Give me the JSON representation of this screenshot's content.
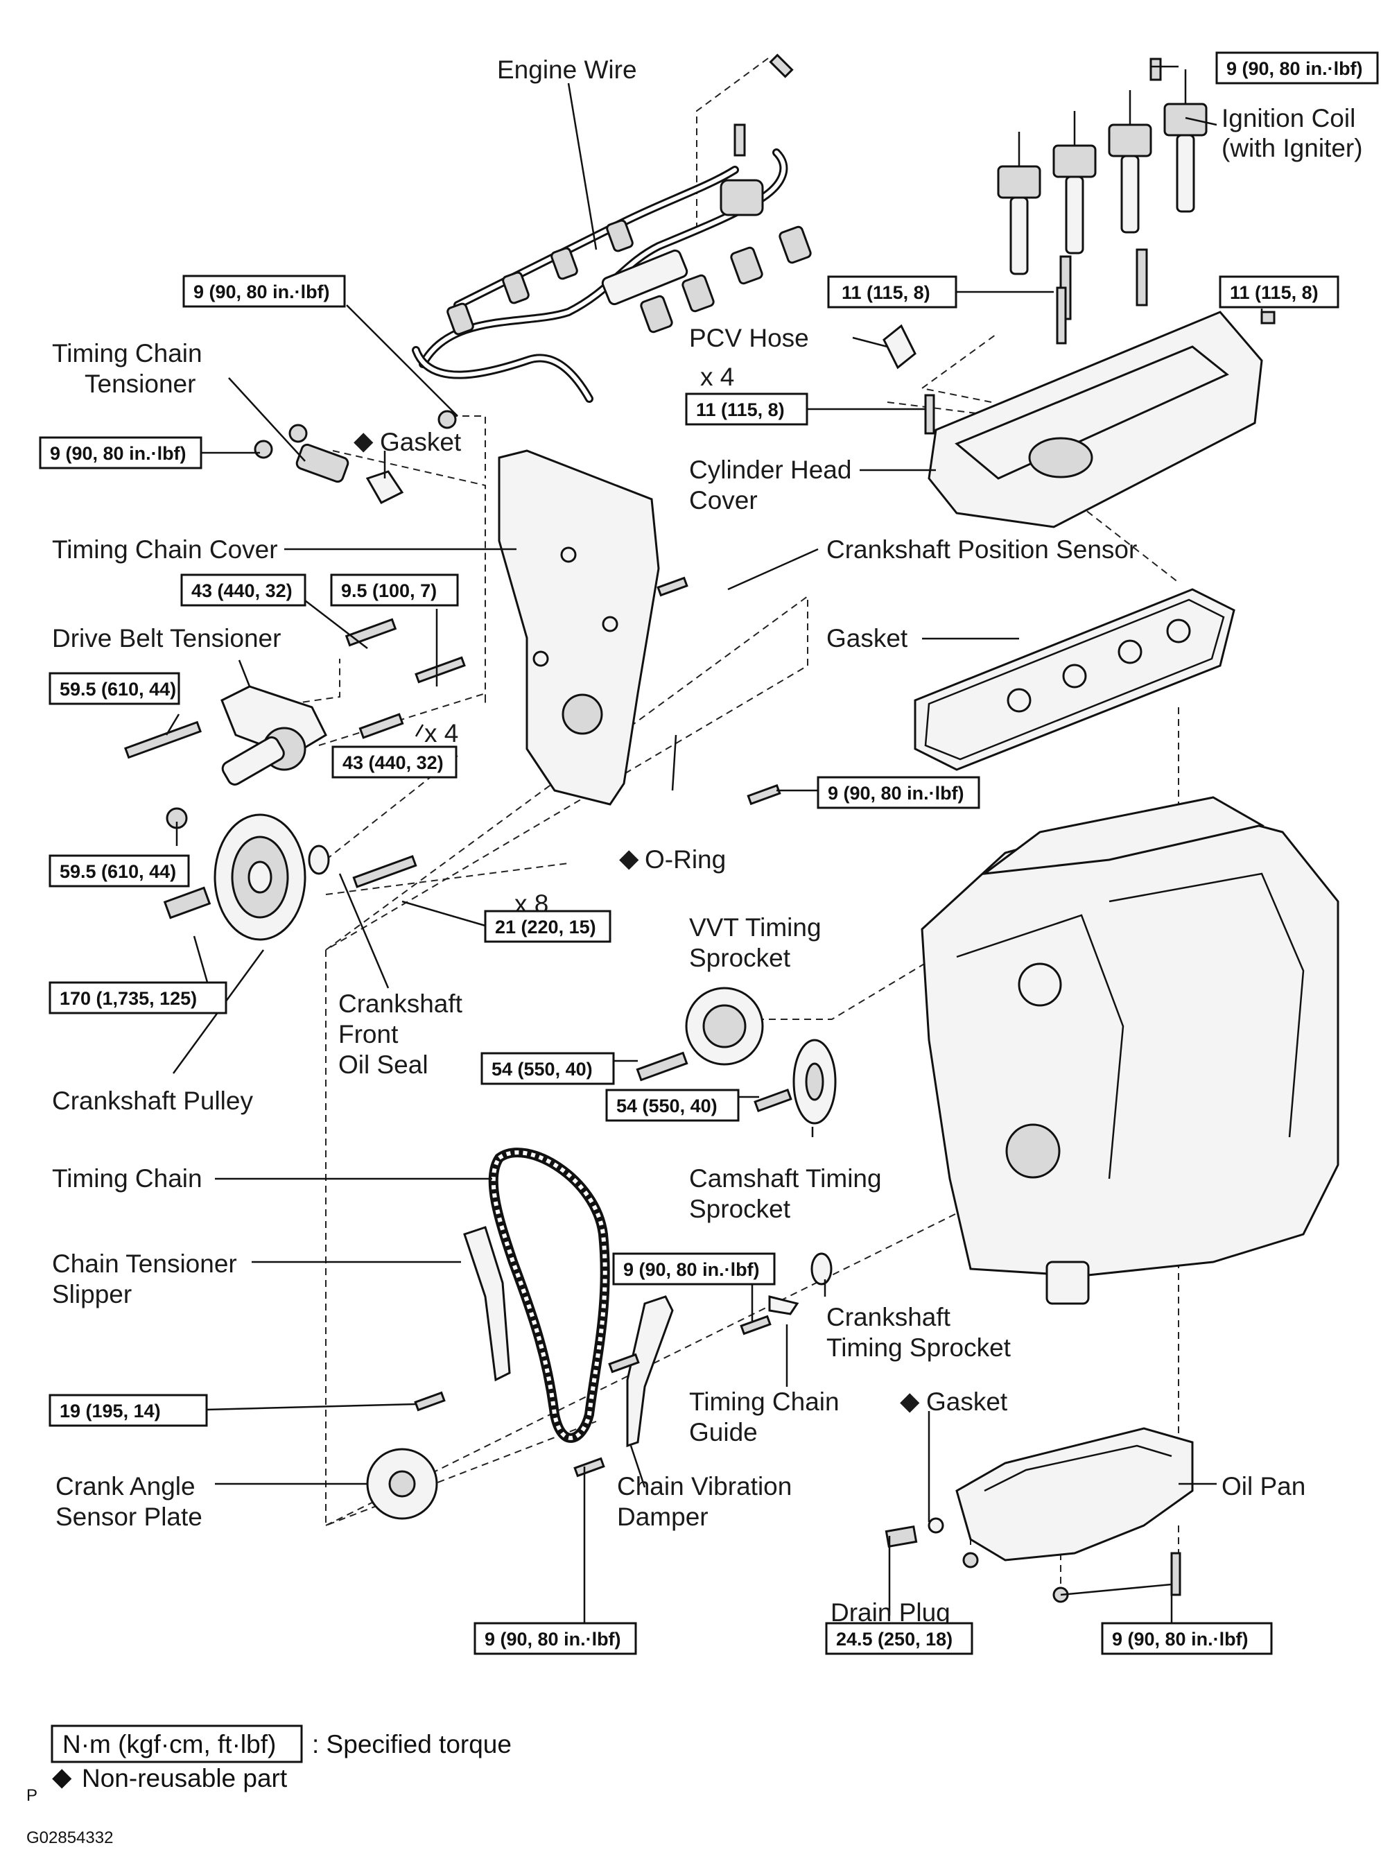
{
  "parts": {
    "engine_wire": "Engine Wire",
    "ignition_coil_1": "Ignition Coil",
    "ignition_coil_2": "(with Igniter)",
    "timing_chain_tensioner_1": "Timing Chain",
    "timing_chain_tensioner_2": "Tensioner",
    "gasket_upper": "Gasket",
    "pcv_hose": "PCV Hose",
    "x4_upper": "x 4",
    "cylinder_head_cover_1": "Cylinder Head",
    "cylinder_head_cover_2": "Cover",
    "timing_chain_cover": "Timing Chain Cover",
    "crankshaft_position_sensor": "Crankshaft Position Sensor",
    "drive_belt_tensioner": "Drive Belt Tensioner",
    "gasket_head": "Gasket",
    "x4_lower": "x 4",
    "o_ring": "O-Ring",
    "x8": "x 8",
    "vvt_timing_sprocket_1": "VVT Timing",
    "vvt_timing_sprocket_2": "Sprocket",
    "crankshaft_front_oil_seal_1": "Crankshaft",
    "crankshaft_front_oil_seal_2": "Front",
    "crankshaft_front_oil_seal_3": "Oil Seal",
    "crankshaft_pulley": "Crankshaft Pulley",
    "camshaft_timing_sprocket_1": "Camshaft Timing",
    "camshaft_timing_sprocket_2": "Sprocket",
    "timing_chain": "Timing Chain",
    "chain_tensioner_slipper_1": "Chain Tensioner",
    "chain_tensioner_slipper_2": "Slipper",
    "crankshaft_timing_sprocket_1": "Crankshaft",
    "crankshaft_timing_sprocket_2": "Timing Sprocket",
    "timing_chain_guide_1": "Timing Chain",
    "timing_chain_guide_2": "Guide",
    "gasket_oil_pan": "Gasket",
    "crank_angle_sensor_plate_1": "Crank Angle",
    "crank_angle_sensor_plate_2": "Sensor Plate",
    "chain_vibration_damper_1": "Chain Vibration",
    "chain_vibration_damper_2": "Damper",
    "oil_pan": "Oil Pan",
    "drain_plug": "Drain Plug"
  },
  "torques": {
    "coil_bolt": "9 (90, 80 in.·lbf)",
    "wire_bolt": "9 (90, 80 in.·lbf)",
    "head_cover_nut_right": "11 (115, 8)",
    "head_cover_stud": "11 (115, 8)",
    "head_cover_bolt_x4": "11 (115, 8)",
    "tensioner_nut": "9 (90, 80 in.·lbf)",
    "cover_bolt_43_upper": "43 (440, 32)",
    "cover_stud_9_5": "9.5 (100, 7)",
    "belt_tensioner_bolt": "59.5 (610, 44)",
    "cover_bolt_43_x4": "43 (440, 32)",
    "sensor_bolt": "9 (90, 80 in.·lbf)",
    "belt_tensioner_nut": "59.5 (610, 44)",
    "cover_bolt_x8": "21 (220, 15)",
    "pulley_bolt": "170 (1,735, 125)",
    "vvt_sprocket_bolt": "54 (550, 40)",
    "cam_sprocket_bolt": "54 (550, 40)",
    "guide_bolt": "9 (90, 80 in.·lbf)",
    "slipper_bolt": "19 (195, 14)",
    "damper_bolt": "9 (90, 80 in.·lbf)",
    "drain_plug": "24.5 (250, 18)",
    "oil_pan_bolt": "9 (90, 80 in.·lbf)"
  },
  "legend": {
    "unit_box": "N·m (kgf·cm, ft·lbf)",
    "unit_desc": ": Specified torque",
    "non_reusable": "Non-reusable part",
    "diamond_symbol": "◆"
  },
  "footer": {
    "marker": "P",
    "figure_id": "G02854332"
  }
}
